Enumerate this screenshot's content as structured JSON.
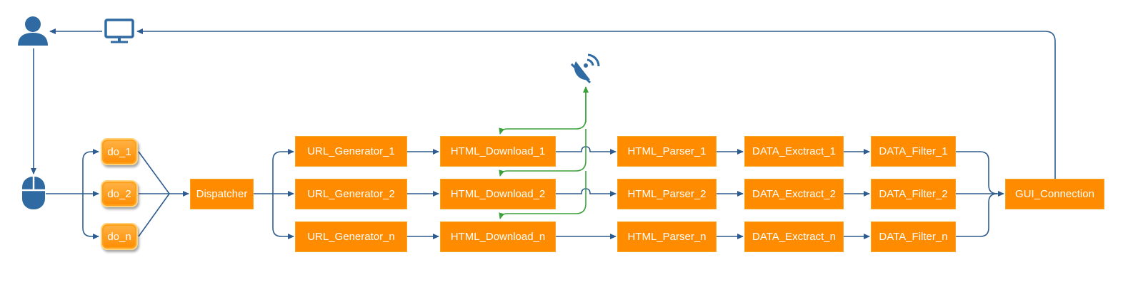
{
  "colors": {
    "box": "#ff8c00",
    "line": "#2e5c8f",
    "network": "#3aa13a",
    "icon": "#2f6aa3"
  },
  "icons": [
    "user-icon",
    "monitor-icon",
    "mouse-icon",
    "satellite-dish-icon"
  ],
  "nodes": {
    "do_1": "do_1",
    "do_2": "do_2",
    "do_n": "do_n",
    "dispatcher": "Dispatcher",
    "url_1": "URL_Generator_1",
    "url_2": "URL_Generator_2",
    "url_n": "URL_Generator_n",
    "html_1": "HTML_Download_1",
    "html_2": "HTML_Download_2",
    "html_n": "HTML_Download_n",
    "parser_1": "HTML_Parser_1",
    "parser_2": "HTML_Parser_2",
    "parser_n": "HTML_Parser_n",
    "extract_1": "DATA_Exctract_1",
    "extract_2": "DATA_Exctract_2",
    "extract_n": "DATA_Exctract_n",
    "filter_1": "DATA_Filter_1",
    "filter_2": "DATA_Filter_2",
    "filter_n": "DATA_Filter_n",
    "gui": "GUI_Connection"
  }
}
